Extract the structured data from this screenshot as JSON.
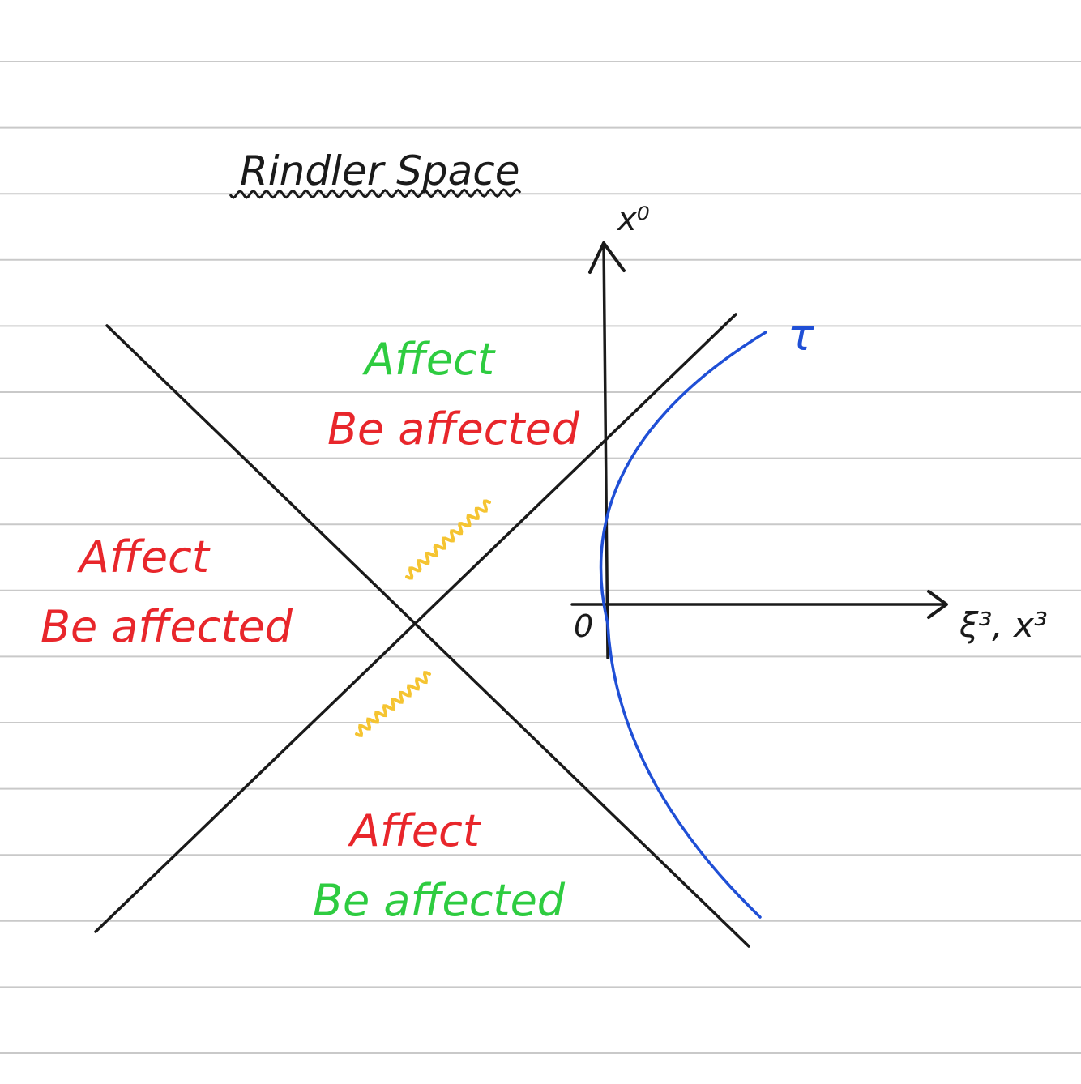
{
  "title": "Rindler Space",
  "axes": {
    "vertical_label": "x⁰",
    "horizontal_label": "ξ³, x³",
    "origin_label": "0"
  },
  "curve_label": "τ",
  "regions": {
    "top": {
      "line1": "Affect",
      "line2": "Be affected",
      "line1_color": "#2ecc40",
      "line2_color": "#e8262b"
    },
    "left": {
      "line1": "Affect",
      "line2": "Be affected",
      "line1_color": "#e8262b",
      "line2_color": "#e8262b"
    },
    "bottom": {
      "line1": "Affect",
      "line2": "Be affected",
      "line1_color": "#e8262b",
      "line2_color": "#2ecc40"
    }
  },
  "colors": {
    "ink": "#1a1a1a",
    "worldline": "#1f4fd6",
    "wavy": "#f5c431",
    "paper_lines": "#c9c9c9"
  }
}
